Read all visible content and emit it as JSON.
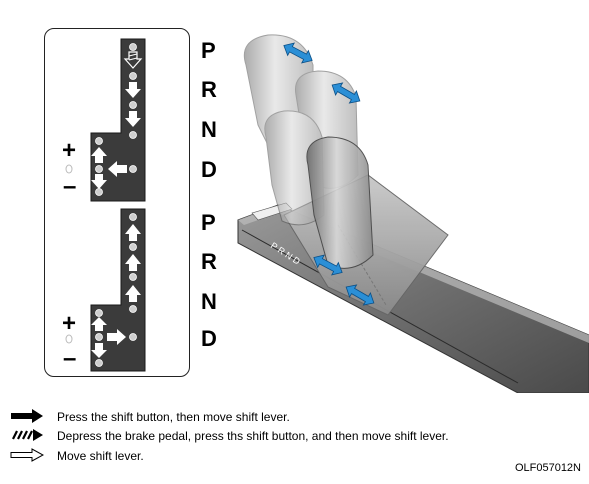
{
  "gates": [
    {
      "id": "upper",
      "letters": [
        "P",
        "R",
        "N",
        "D"
      ],
      "plus": "+",
      "minus": "–",
      "arrows": [
        {
          "icon": "arrow-down-hatched-icon"
        },
        {
          "icon": "arrow-down-outline-icon"
        },
        {
          "icon": "arrow-down-outline-icon"
        },
        {
          "icon": "arrow-left-outline-icon"
        },
        {
          "icon": "arrow-up-outline-icon"
        },
        {
          "icon": "arrow-down-outline-icon"
        }
      ]
    },
    {
      "id": "lower",
      "letters": [
        "P",
        "R",
        "N",
        "D"
      ],
      "plus": "+",
      "minus": "–",
      "arrows": [
        {
          "icon": "arrow-up-solid-icon"
        },
        {
          "icon": "arrow-up-solid-icon"
        },
        {
          "icon": "arrow-up-outline-icon"
        },
        {
          "icon": "arrow-right-outline-icon"
        },
        {
          "icon": "arrow-up-outline-icon"
        },
        {
          "icon": "arrow-down-outline-icon"
        }
      ]
    }
  ],
  "photo": {
    "console_label": "P R N D",
    "icons": [
      "double-arrow-icon",
      "double-arrow-icon",
      "double-arrow-icon",
      "double-arrow-icon"
    ]
  },
  "legend": [
    {
      "icon": "solid-arrow-icon",
      "text": "Press the shift button, then move shift lever."
    },
    {
      "icon": "hatched-arrow-icon",
      "text": "Depress the brake pedal, press ths shift button, and then move shift lever."
    },
    {
      "icon": "outline-arrow-icon",
      "text": "Move shift lever."
    }
  ],
  "figure_code": "OLF057012N",
  "colors": {
    "gate": "#3b3b3b",
    "accent_arrow": "#2b8fd6",
    "border": "#222222"
  }
}
